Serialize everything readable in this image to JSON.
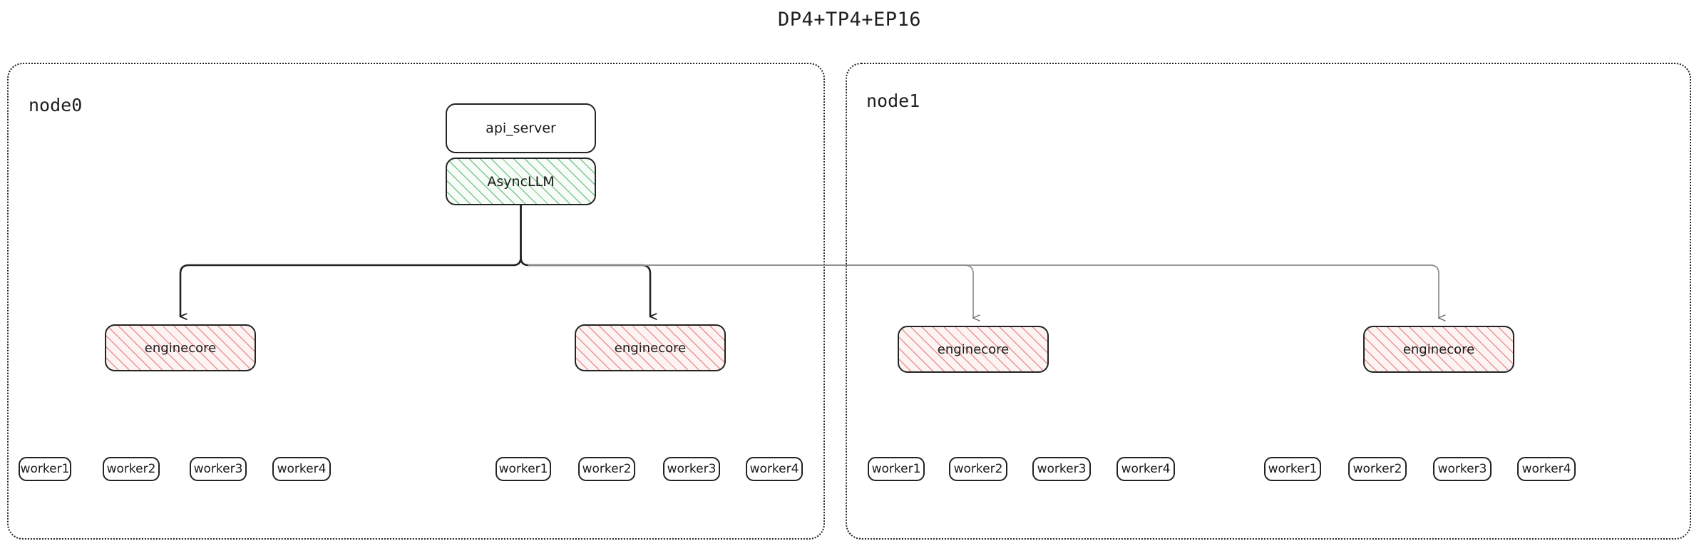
{
  "title": "DP4+TP4+EP16",
  "colors": {
    "background": "#ffffff",
    "border": "#232323",
    "text": "#1a1a1a",
    "node_border": "#222222",
    "asyncllm_hatch": "#6abe7c",
    "asyncllm_fill": "#f7fcf8",
    "enginecore_hatch": "#e27c7c",
    "enginecore_fill": "#fdf3f3",
    "edge_primary": "#232323",
    "edge_secondary": "#8d8d8d"
  },
  "nodes": [
    {
      "id": "node0",
      "label": "node0",
      "frontend": {
        "api_server": "api_server",
        "async_llm": "AsyncLLM"
      },
      "enginecores": [
        {
          "label": "enginecore",
          "workers": [
            "worker1",
            "worker2",
            "worker3",
            "worker4"
          ]
        },
        {
          "label": "enginecore",
          "workers": [
            "worker1",
            "worker2",
            "worker3",
            "worker4"
          ]
        }
      ]
    },
    {
      "id": "node1",
      "label": "node1",
      "enginecores": [
        {
          "label": "enginecore",
          "workers": [
            "worker1",
            "worker2",
            "worker3",
            "worker4"
          ]
        },
        {
          "label": "enginecore",
          "workers": [
            "worker1",
            "worker2",
            "worker3",
            "worker4"
          ]
        }
      ]
    }
  ]
}
